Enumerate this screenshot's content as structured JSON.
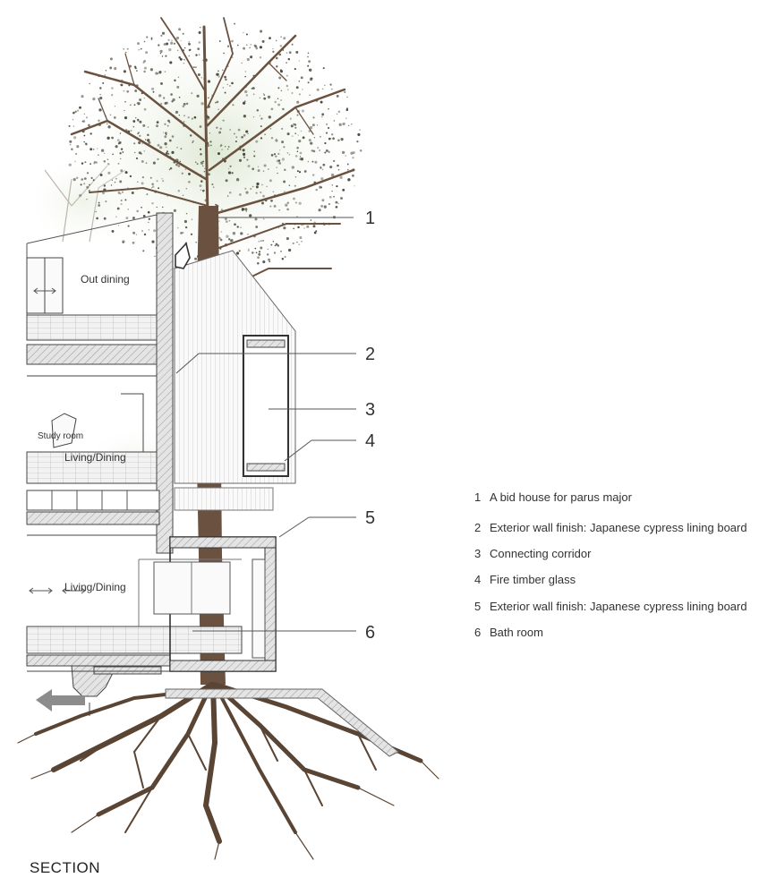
{
  "rooms": {
    "out_dining": "Out dining",
    "study_room": "Study room",
    "living_dining_upper": "Living/Dining",
    "living_dining_lower": "Living/Dining"
  },
  "callouts": [
    "1",
    "2",
    "3",
    "4",
    "5",
    "6"
  ],
  "legend": [
    {
      "num": "1",
      "text": "A bid house for parus major"
    },
    {
      "num": "2",
      "text": "Exterior wall finish: Japanese cypress lining board"
    },
    {
      "num": "3",
      "text": "Connecting corridor"
    },
    {
      "num": "4",
      "text": "Fire timber glass"
    },
    {
      "num": "5",
      "text": "Exterior wall finish: Japanese cypress lining board"
    },
    {
      "num": "6",
      "text": "Bath room"
    }
  ],
  "title": "SECTION",
  "colors": {
    "trunk": "#6b5240",
    "foliage": "#4a4a3a",
    "foliage_light": "#c9d6b8",
    "line": "#444444",
    "concrete": "#b9b9b9"
  }
}
